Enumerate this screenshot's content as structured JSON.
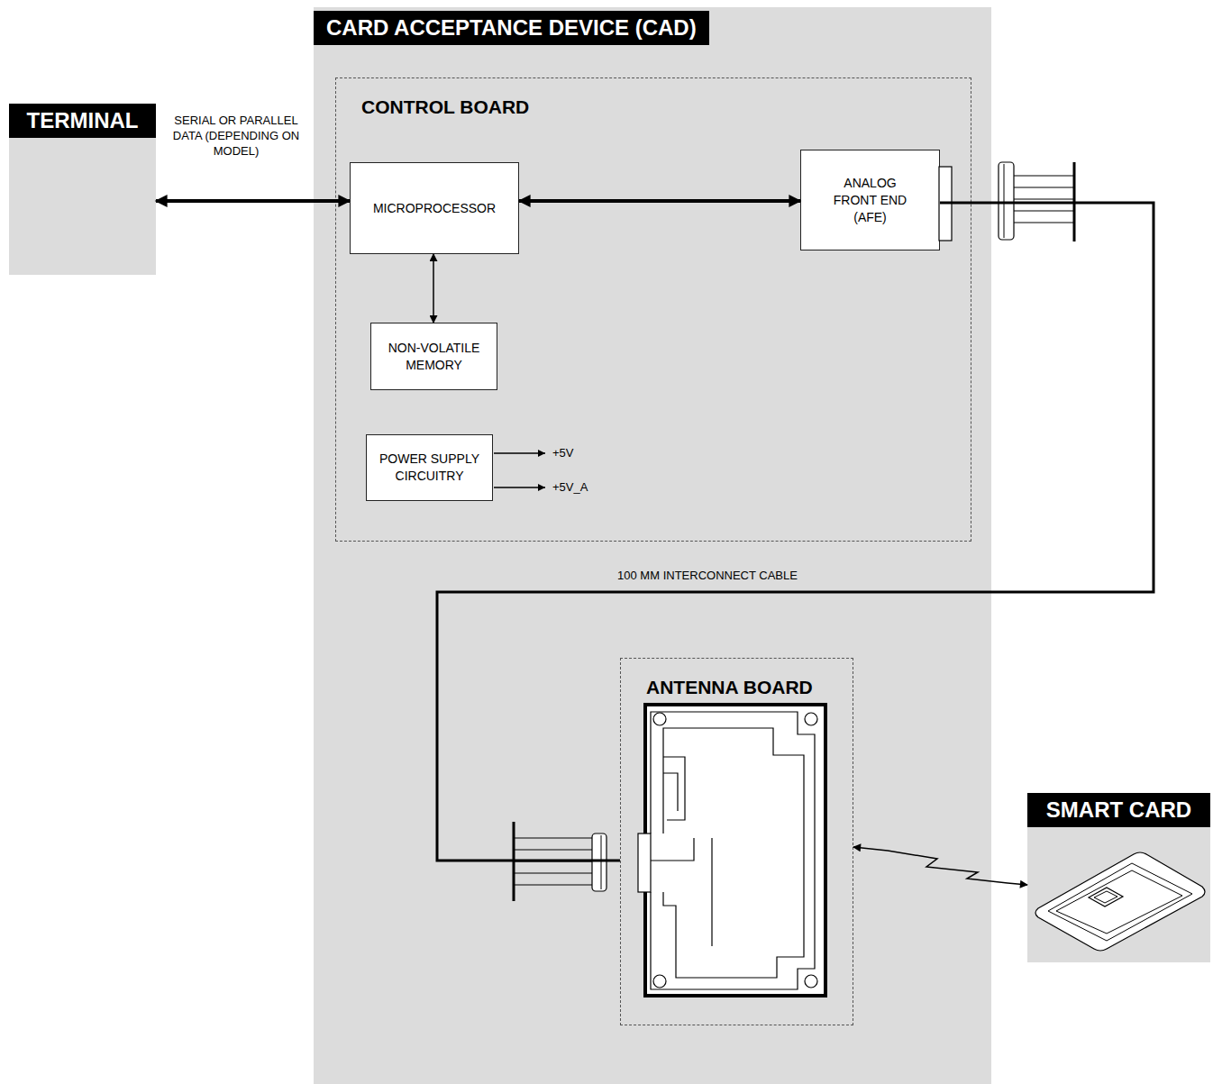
{
  "diagram": {
    "nodes": [
      {
        "text": [
          "TERMINAL"
        ]
      },
      {
        "text": [
          "CARD ACCEPTANCE DEVICE (CAD)"
        ]
      },
      {
        "text": [
          "CONTROL BOARD"
        ],
        "in": 1
      },
      {
        "text": [
          "MICROPROCESSOR"
        ],
        "in": 2
      },
      {
        "text": [
          "ANALOG FRONT END (AFE)"
        ],
        "in": 2
      },
      {
        "text": [
          "NON-VOLATILE MEMORY"
        ],
        "in": 2
      },
      {
        "text": [
          "POWER SUPPLY CIRCUITRY"
        ],
        "in": 2
      },
      {
        "text": [
          "ANTENNA BOARD"
        ],
        "in": 1
      },
      {
        "text": [
          "SMART CARD"
        ]
      }
    ],
    "edges": [
      {
        "from": 0,
        "to": 3,
        "arrow": "both",
        "label": "SERIAL OR PARALLEL DATA (DEPENDING ON MODEL)"
      },
      {
        "from": 3,
        "to": 4,
        "arrow": "both"
      },
      {
        "from": 3,
        "to": 5,
        "arrow": "both"
      },
      {
        "from": 4,
        "to": 7,
        "arrow": "none",
        "label": "100 MM INTERCONNECT CABLE"
      },
      {
        "from": 7,
        "to": 8,
        "arrow": "both"
      }
    ],
    "labels": [
      "+5V",
      "+5V_A"
    ]
  }
}
